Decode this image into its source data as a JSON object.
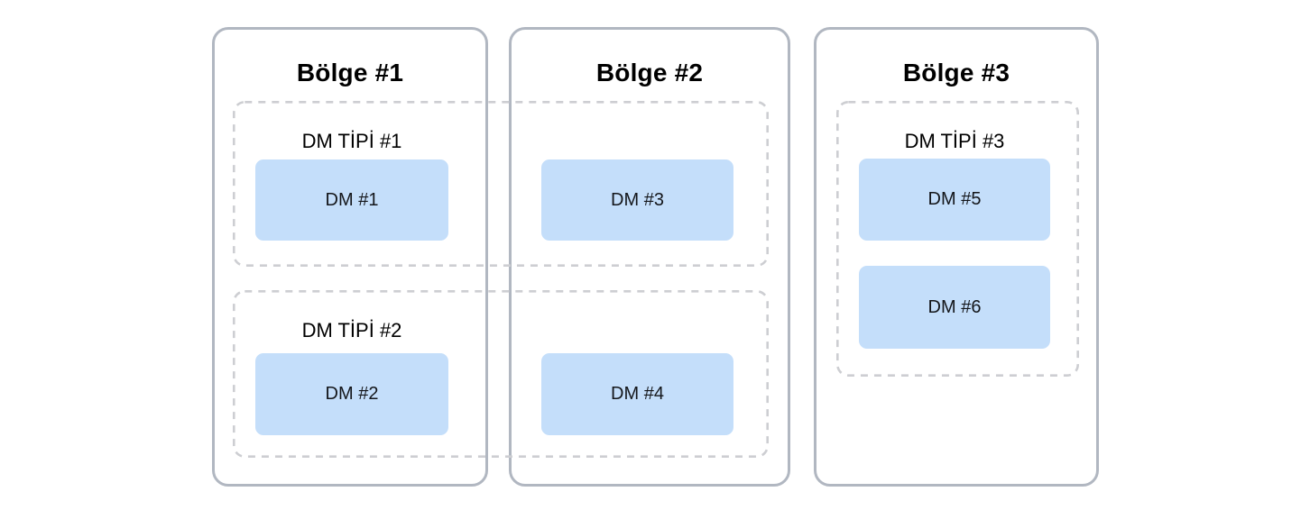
{
  "diagram": {
    "regions": [
      {
        "title": "Bölge #1"
      },
      {
        "title": "Bölge #2"
      },
      {
        "title": "Bölge #3"
      }
    ],
    "type_groups": [
      {
        "label": "DM TİPİ #1",
        "nodes": [
          {
            "label": "DM #1"
          },
          {
            "label": "DM #3"
          }
        ]
      },
      {
        "label": "DM TİPİ #2",
        "nodes": [
          {
            "label": "DM #2"
          },
          {
            "label": "DM #4"
          }
        ]
      },
      {
        "label": "DM TİPİ #3",
        "nodes": [
          {
            "label": "DM #5"
          },
          {
            "label": "DM #6"
          }
        ]
      }
    ],
    "colors": {
      "background": "#ffffff",
      "region_border": "#b1b7c1",
      "type_border": "#cdced2",
      "node_fill": "#c4defa",
      "text": "#000000",
      "node_text": "#14161a"
    }
  }
}
